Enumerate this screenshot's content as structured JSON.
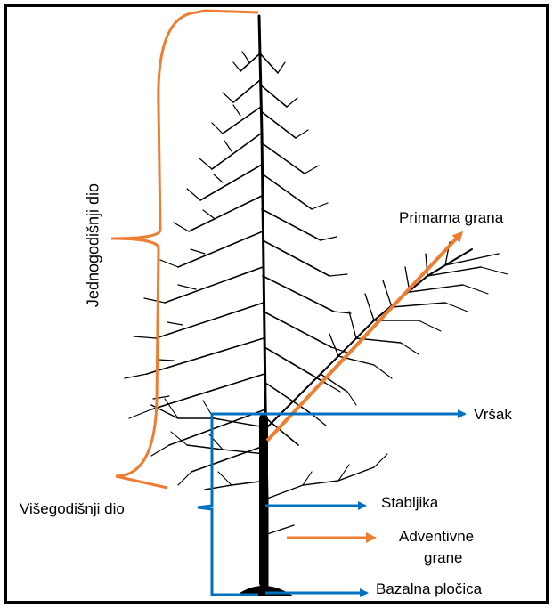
{
  "labels": {
    "annual_part": "Jednogodišnji dio",
    "perennial_part": "Višegodišnji dio",
    "primary_branch": "Primarna grana",
    "tip": "Vršak",
    "stem": "Stabljika",
    "adventitious_branches_line1": "Adventivne",
    "adventitious_branches_line2": "grane",
    "basal_plate": "Bazalna pločica"
  },
  "colors": {
    "orange": "#ED7D31",
    "blue": "#0070C0",
    "plant": "#000000"
  }
}
